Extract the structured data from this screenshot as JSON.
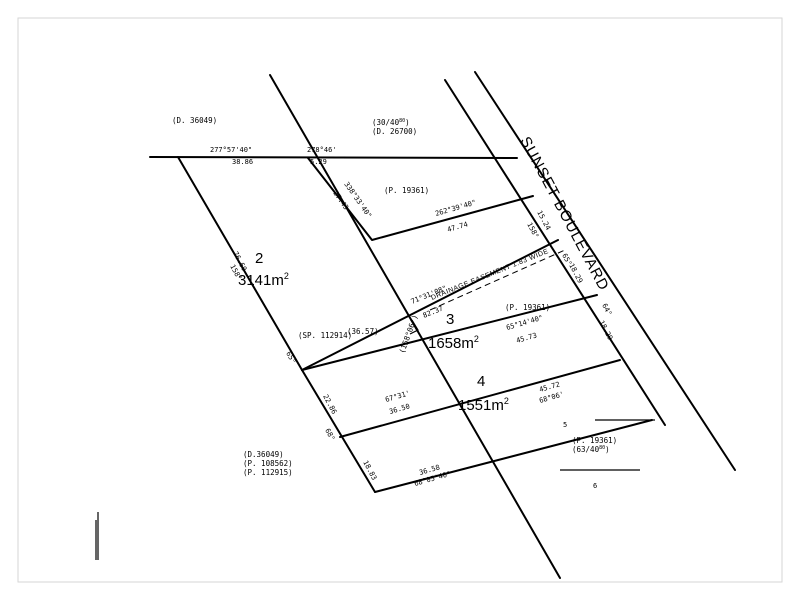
{
  "road_name": "SUNSET BOULEVARD",
  "easement_label": "DRAINAGE EASEMENT 1.83 WIDE",
  "lots": [
    {
      "number": "2",
      "area": "3141m",
      "unit_sup": "2"
    },
    {
      "number": "3",
      "area": "1658m",
      "unit_sup": "2"
    },
    {
      "number": "4",
      "area": "1551m",
      "unit_sup": "2"
    },
    {
      "number": "5"
    },
    {
      "number": "6"
    }
  ],
  "plan_refs": {
    "top_left": "(D. 36049)",
    "top_center_1": "(30/40",
    "top_center_1_sup": "80",
    "top_center_1_end": ")",
    "top_center_2": "(D. 26700)",
    "lot2_upper": "(P. 19361)",
    "lot3_right": "(P. 19361)",
    "sp_ref": "(SP. 112914)",
    "sp_dist": "(36.57)",
    "left_1": "(D.36049)",
    "left_2": "(P. 108562)",
    "left_3": "(P. 112915)",
    "right_1": "(P. 19361)",
    "right_2": "(63/40",
    "right_2_sup": "80",
    "right_2_end": ")",
    "angle_note": "(158°06')"
  },
  "bearings": {
    "top_bearing": "277°57'40\"",
    "top_dist": "38.86",
    "top_bearing_2": "278°46'",
    "top_dist_2": "5.29",
    "lot2_upper_bearing": "338°33'40\"",
    "lot2_upper_dist": "27.43",
    "lot2_lower_bearing": "262°39'40\"",
    "lot2_lower_dist": "47.74",
    "road_dist_1": "15.24",
    "road_bearing_1": "158°",
    "road_bearing_2": "65°",
    "road_dist_2": "18.29",
    "road_bearing_3": "64°",
    "road_dist_3": "18.29",
    "west_dist": "76.60",
    "west_bearing": "158°",
    "west_bearing_2": "65°",
    "lot3_bearing": "71°31'08\"",
    "lot3_dist": "82.37",
    "lot3_east_bearing": "65°14'40\"",
    "lot3_east_dist": "45.73",
    "lot4_bearing": "67°31'",
    "lot4_dist": "36.50",
    "lot4_east_dist": "45.72",
    "lot4_east_bearing": "68°06'",
    "lot4_west_dist": "22.86",
    "lot4_west_bearing": "68°",
    "south_dist": "18.83",
    "bottom_dist": "36.58",
    "bottom_bearing": "68°05'40\"",
    "mid_dist": "36.50"
  }
}
